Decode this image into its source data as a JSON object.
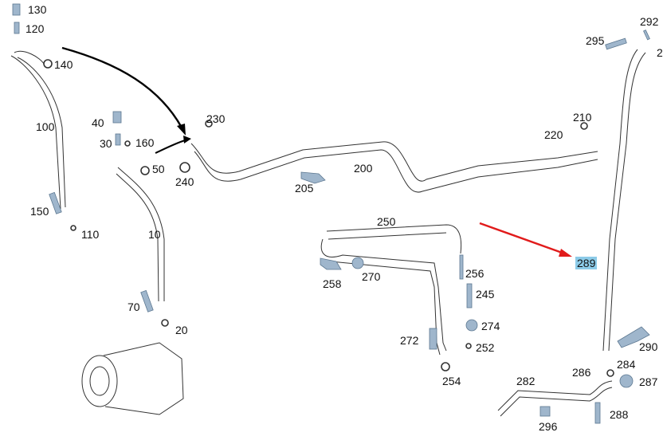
{
  "diagram": {
    "highlighted_label": "289",
    "colors": {
      "highlight": "#8ccbe8",
      "arrow_red": "#e11b1b",
      "arrow_black": "#000000",
      "part_fill": "#9fb6cc"
    },
    "labels": [
      {
        "id": "130",
        "text": "130"
      },
      {
        "id": "120",
        "text": "120"
      },
      {
        "id": "140",
        "text": "140"
      },
      {
        "id": "100",
        "text": "100"
      },
      {
        "id": "150",
        "text": "150"
      },
      {
        "id": "110",
        "text": "110"
      },
      {
        "id": "40",
        "text": "40"
      },
      {
        "id": "30",
        "text": "30"
      },
      {
        "id": "160",
        "text": "160"
      },
      {
        "id": "50",
        "text": "50"
      },
      {
        "id": "10",
        "text": "10"
      },
      {
        "id": "70",
        "text": "70"
      },
      {
        "id": "20",
        "text": "20"
      },
      {
        "id": "230",
        "text": "230"
      },
      {
        "id": "240",
        "text": "240"
      },
      {
        "id": "200",
        "text": "200"
      },
      {
        "id": "205",
        "text": "205"
      },
      {
        "id": "210",
        "text": "210"
      },
      {
        "id": "220",
        "text": "220"
      },
      {
        "id": "295",
        "text": "295"
      },
      {
        "id": "292",
        "text": "292"
      },
      {
        "id": "2x",
        "text": "2"
      },
      {
        "id": "250",
        "text": "250"
      },
      {
        "id": "258",
        "text": "258"
      },
      {
        "id": "270",
        "text": "270"
      },
      {
        "id": "256",
        "text": "256"
      },
      {
        "id": "245",
        "text": "245"
      },
      {
        "id": "272",
        "text": "272"
      },
      {
        "id": "274",
        "text": "274"
      },
      {
        "id": "252",
        "text": "252"
      },
      {
        "id": "254",
        "text": "254"
      },
      {
        "id": "289",
        "text": "289"
      },
      {
        "id": "290",
        "text": "290"
      },
      {
        "id": "284",
        "text": "284"
      },
      {
        "id": "286",
        "text": "286"
      },
      {
        "id": "287",
        "text": "287"
      },
      {
        "id": "282",
        "text": "282"
      },
      {
        "id": "296",
        "text": "296"
      },
      {
        "id": "288",
        "text": "288"
      }
    ]
  }
}
